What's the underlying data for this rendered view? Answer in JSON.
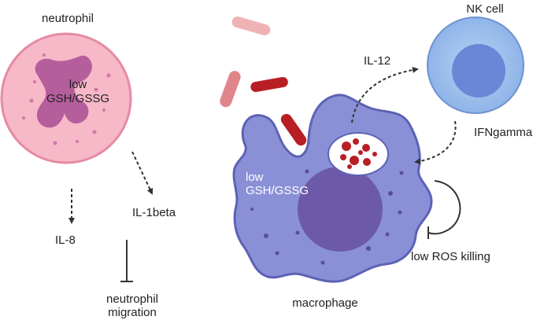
{
  "labels": {
    "neutrophil": "neutrophil",
    "neutrophil_state_line1": "low",
    "neutrophil_state_line2": "GSH/GSSG",
    "il8": "IL-8",
    "il1beta": "IL-1beta",
    "neutrophil_migration_line1": "neutrophil",
    "neutrophil_migration_line2": "migration",
    "macrophage": "macrophage",
    "macrophage_state_line1": "low",
    "macrophage_state_line2": "GSH/GSSG",
    "il12": "IL-12",
    "nk_cell": "NK cell",
    "ifngamma": "IFNgamma",
    "low_ros_killing": "low ROS killing"
  },
  "colors": {
    "neutrophil_fill": "#f7b8c8",
    "neutrophil_stroke": "#e78aa4",
    "neutrophil_nucleus": "#b0589a",
    "macrophage_fill": "#8a90d6",
    "macrophage_stroke": "#5d62b5",
    "macrophage_nucleus": "#6c5aa8",
    "nk_cell_fill": "#9ec0ec",
    "nk_cell_nucleus": "#6a86d6",
    "bacteria_dark": "#b81f24",
    "bacteria_light": "#f0b3b5",
    "arrow": "#333333"
  },
  "icons": [
    "bacteria-icon",
    "phagosome-icon",
    "dashed-arrow",
    "inhibition-bar"
  ]
}
